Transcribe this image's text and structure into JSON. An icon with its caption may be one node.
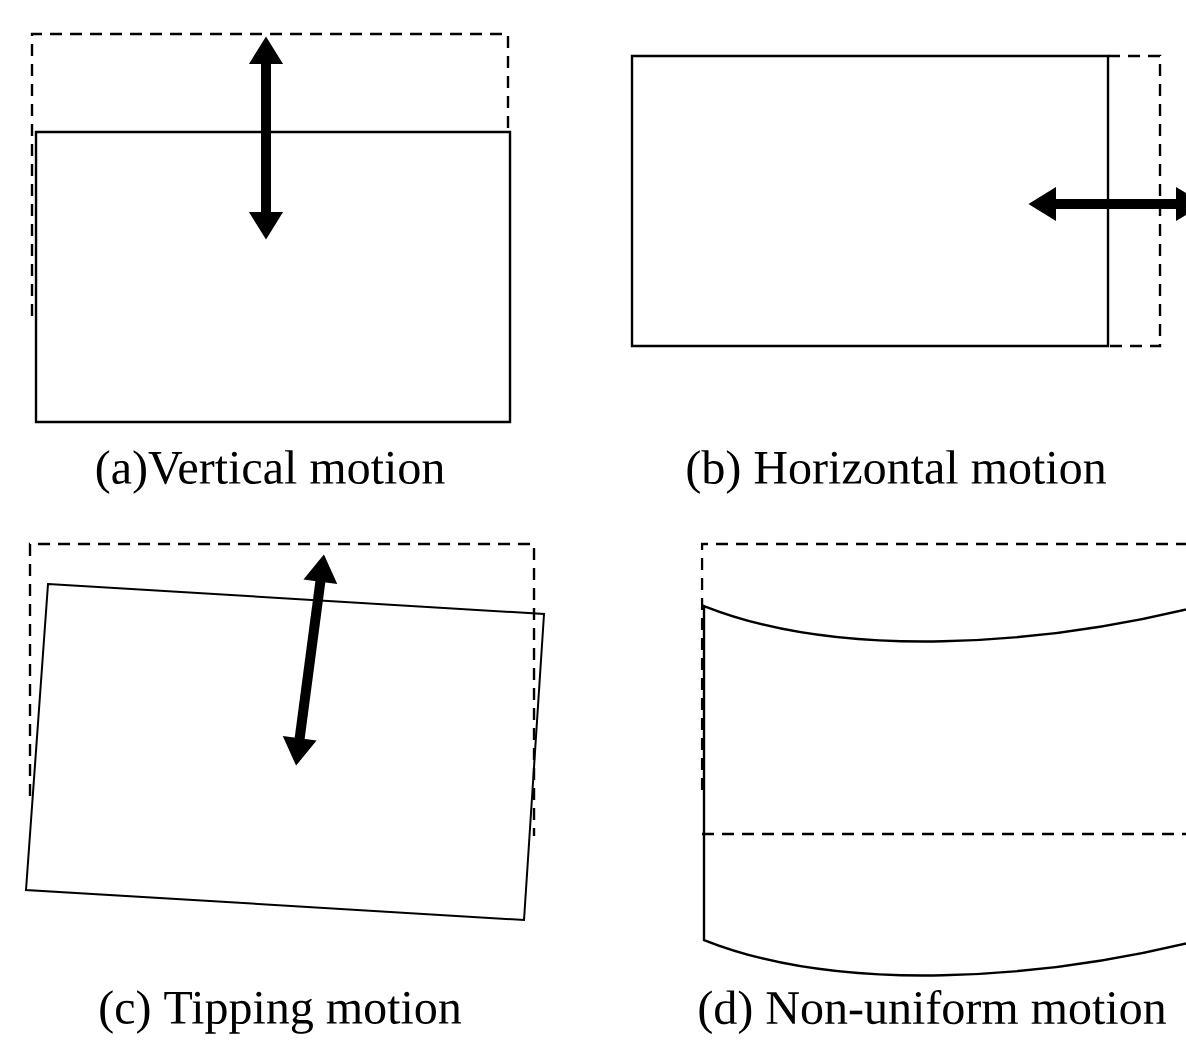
{
  "diagram": {
    "labels": [
      "(a)Vertical motion",
      "(b) Horizontal motion",
      "(c) Tipping motion",
      "(d) Non-uniform motion"
    ]
  }
}
